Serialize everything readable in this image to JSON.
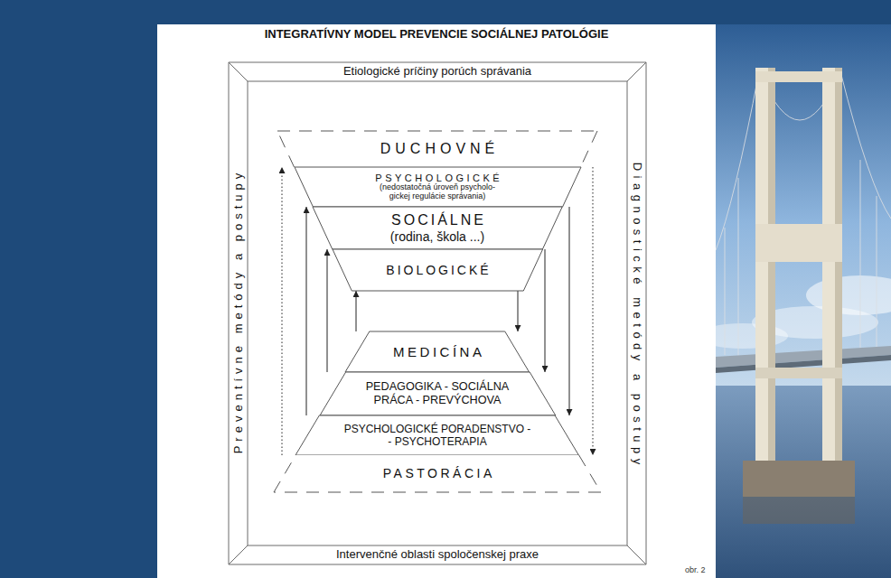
{
  "diagram": {
    "title": "INTEGRATÍVNY MODEL PREVENCIE SOCIÁLNEJ PATOLÓGIE",
    "nodes": [
      {
        "text": [
          "Etiologické príčiny porúch správania"
        ]
      },
      {
        "text": [
          "Preventívne metódy a postupy"
        ]
      },
      {
        "text": [
          "Diagnostické metódy a postupy"
        ]
      },
      {
        "text": [
          "Intervenčné oblasti spoločenskej praxe"
        ]
      },
      {
        "text": [
          "DUCHOVNÉ"
        ]
      },
      {
        "text": [
          "PSYCHOLOGICKÉ",
          "(nedostatočná úroveň psycholo- gickej regulácie správania)"
        ]
      },
      {
        "text": [
          "SOCIÁLNE",
          "(rodina, škola ...)"
        ]
      },
      {
        "text": [
          "BIOLOGICKÉ"
        ]
      },
      {
        "text": [
          "MEDICÍNA"
        ]
      },
      {
        "text": [
          "PEDAGOGIKA - SOCIÁLNA PRÁCA - PREVÝCHOVA"
        ]
      },
      {
        "text": [
          "PSYCHOLOGICKÉ PORADENSTVO - - PSYCHOTERAPIA"
        ]
      },
      {
        "text": [
          "PASTORÁCIA"
        ]
      }
    ],
    "edges": [
      {
        "from": 7,
        "to": 8,
        "arrow": "to"
      },
      {
        "from": 6,
        "to": 9,
        "arrow": "to"
      },
      {
        "from": 5,
        "to": 10,
        "arrow": "to"
      },
      {
        "from": 4,
        "to": 11,
        "arrow": "to"
      },
      {
        "from": 8,
        "to": 7,
        "arrow": "to"
      },
      {
        "from": 9,
        "to": 6,
        "arrow": "to"
      },
      {
        "from": 10,
        "to": 5,
        "arrow": "to"
      },
      {
        "from": 11,
        "to": 4,
        "arrow": "to"
      }
    ],
    "labels": [
      "obr. 2"
    ]
  }
}
